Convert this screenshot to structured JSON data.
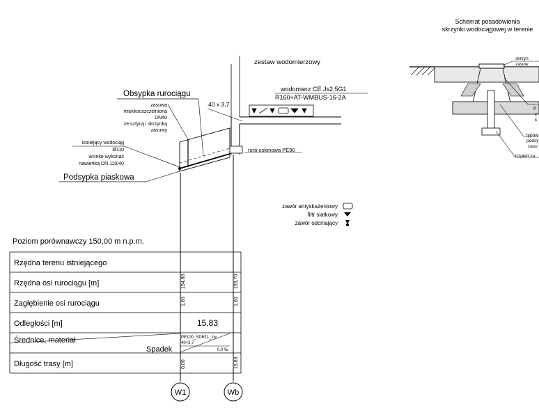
{
  "drawing": {
    "title_line1": "Schemat posadowienia",
    "title_line2": "skrzynki wodociągowej w terenie",
    "schemat_labels": {
      "l1": "skrzyn",
      "l2": "zasuw",
      "l3": "P",
      "l4": "z",
      "l5": "k",
      "l6": "typow",
      "l7": "podsy",
      "l8": "zasu",
      "l9": "trzpień za"
    },
    "meter_set": "zestaw wodomierzowy",
    "meter_line1": "wodomierz CE Js2,5G1",
    "meter_line2": "R160+AT-WMBUS-16-2A",
    "pipe_size": "40 x 3,7",
    "obsypka": "Obsypka rurociągu",
    "valve_desc": [
      "zasuwa",
      "miękkouszczelniona",
      "DN40",
      "ze sztycą i skrzynką",
      "zasuwy"
    ],
    "existing_desc": [
      "istniejący wodociąg",
      "Ø110",
      "wcinkę wykonać",
      "nawiertką DN 110/40"
    ],
    "podsypka": "Podsypka piaskowa",
    "casing_pipe": "rura osłonowa PE90",
    "legend": {
      "antiskaz": "zawór antyskażeniowy",
      "filter": "filtr siatkowy",
      "shutoff": "zawór odcinający"
    },
    "datum": "Poziom porównawczy 150,00 m n.p.m.",
    "table": {
      "row_terrain": "Rzędna terenu istniejącego",
      "row_axis": "Rzędna osi rurociągu [m]",
      "row_depth": "Zagłębienie osi rurociągu",
      "row_dist": "Odległości [m]",
      "row_diam": "Średnice, materiał",
      "row_slope": "Spadek",
      "row_length": "Długość trasy [m]",
      "axis_w1": "154,80",
      "axis_wb": "155,70",
      "depth_w1": "1,60",
      "depth_wb": "1,60",
      "distance": "15,83",
      "material_line1": "PE100_SDR11_zw.",
      "material_line2": "40×3,7",
      "slope": "0,0 ‰",
      "len_w1": "0,00",
      "len_wb": "15,83"
    },
    "node_w1": "W1",
    "node_wb": "Wb"
  }
}
